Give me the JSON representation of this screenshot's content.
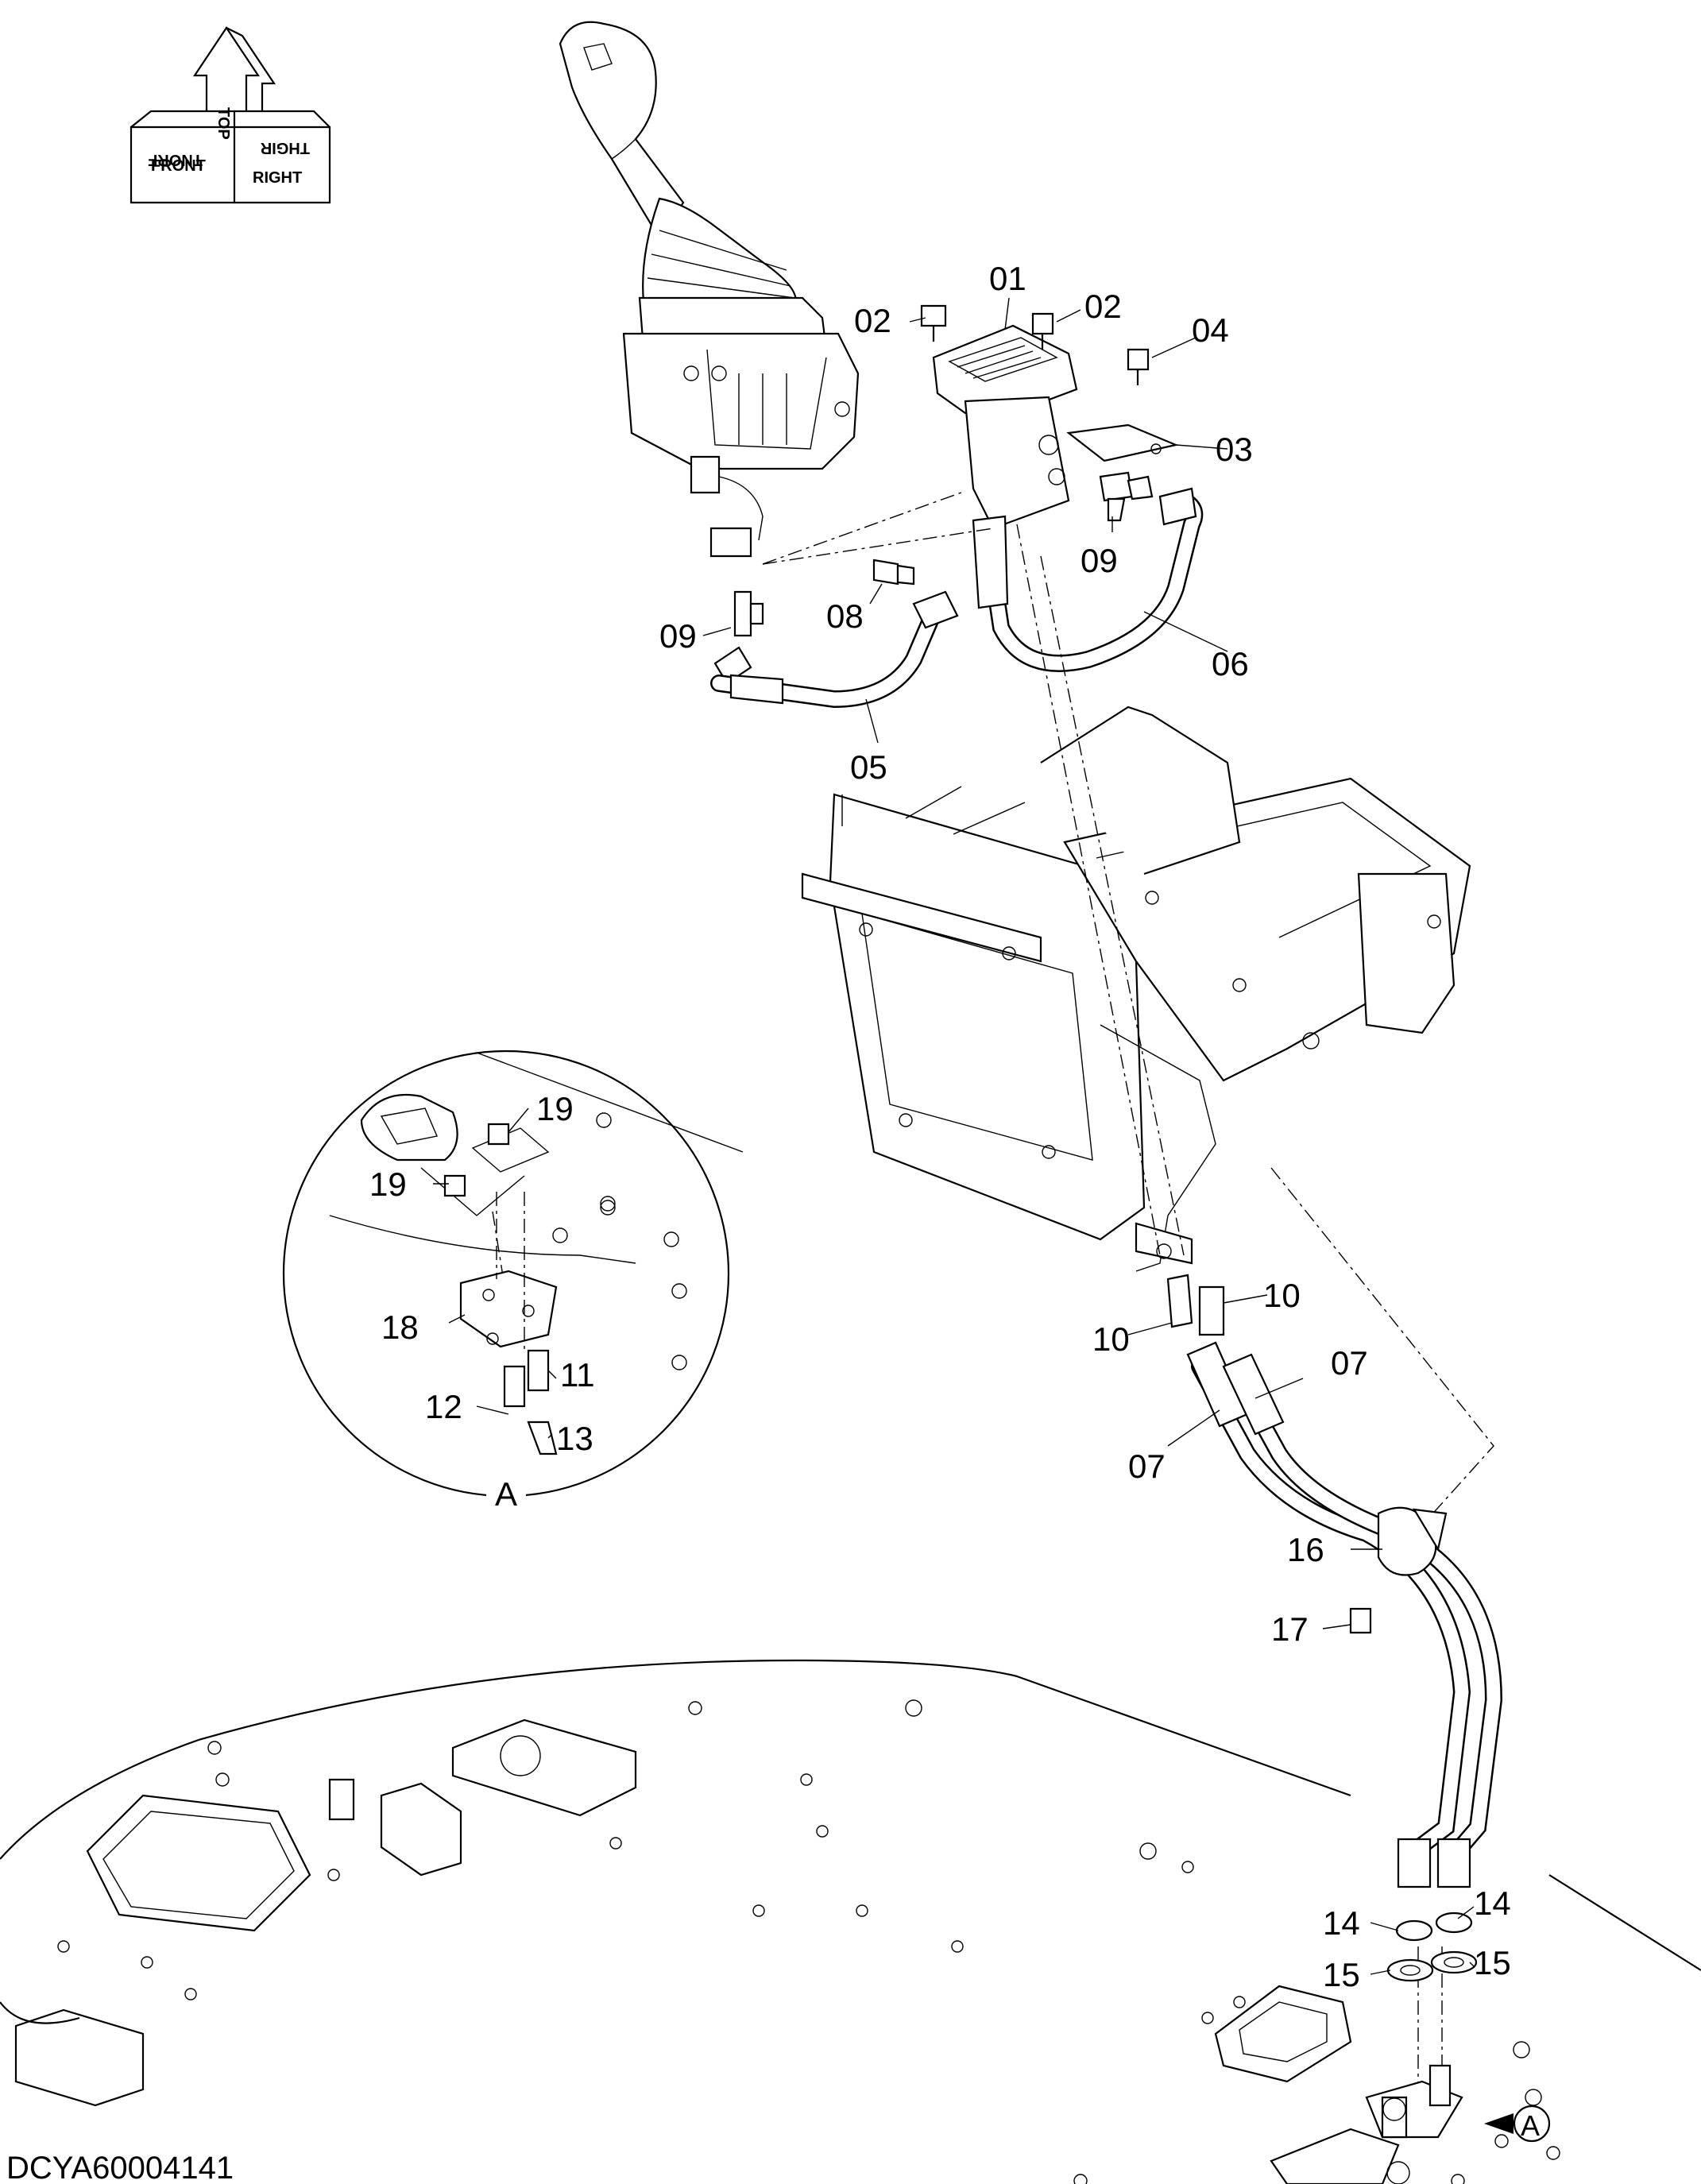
{
  "drawing_code": "DCYA60004141",
  "orientation_symbol": {
    "labels": [
      "FRONT",
      "TOP",
      "RIGHT"
    ]
  },
  "detail_view": {
    "label": "A"
  },
  "detail_marker": {
    "label": "A"
  },
  "callouts": [
    {
      "id": "01",
      "text": "01"
    },
    {
      "id": "02a",
      "text": "02"
    },
    {
      "id": "02b",
      "text": "02"
    },
    {
      "id": "03",
      "text": "03"
    },
    {
      "id": "04",
      "text": "04"
    },
    {
      "id": "05",
      "text": "05"
    },
    {
      "id": "06",
      "text": "06"
    },
    {
      "id": "07a",
      "text": "07"
    },
    {
      "id": "07b",
      "text": "07"
    },
    {
      "id": "08",
      "text": "08"
    },
    {
      "id": "09a",
      "text": "09"
    },
    {
      "id": "09b",
      "text": "09"
    },
    {
      "id": "10a",
      "text": "10"
    },
    {
      "id": "10b",
      "text": "10"
    },
    {
      "id": "11",
      "text": "11"
    },
    {
      "id": "12",
      "text": "12"
    },
    {
      "id": "13",
      "text": "13"
    },
    {
      "id": "14a",
      "text": "14"
    },
    {
      "id": "14b",
      "text": "14"
    },
    {
      "id": "15a",
      "text": "15"
    },
    {
      "id": "15b",
      "text": "15"
    },
    {
      "id": "16",
      "text": "16"
    },
    {
      "id": "17",
      "text": "17"
    },
    {
      "id": "18",
      "text": "18"
    },
    {
      "id": "19a",
      "text": "19"
    },
    {
      "id": "19b",
      "text": "19"
    }
  ]
}
